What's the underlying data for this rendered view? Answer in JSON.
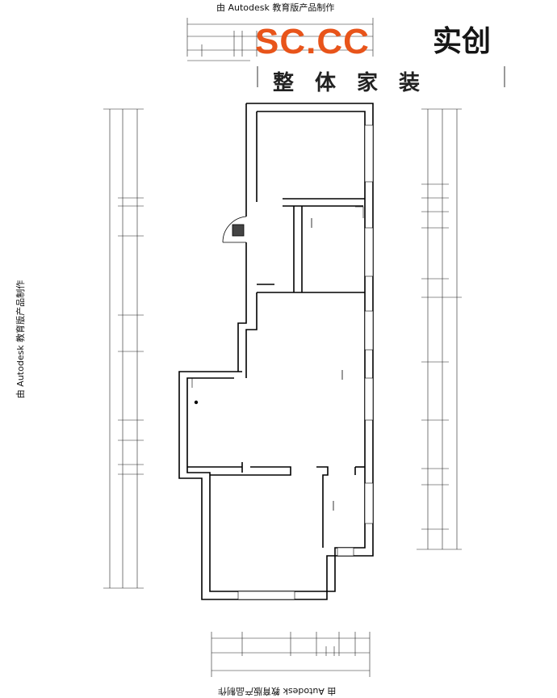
{
  "watermark": "由 Autodesk 教育版产品制作",
  "logo": {
    "main": "SC.CC",
    "cn": "实创",
    "sub": "整体家装",
    "main_color": "#e8541a",
    "cn_color": "#151515"
  },
  "colors": {
    "wall": "#000000",
    "line": "#222222"
  }
}
